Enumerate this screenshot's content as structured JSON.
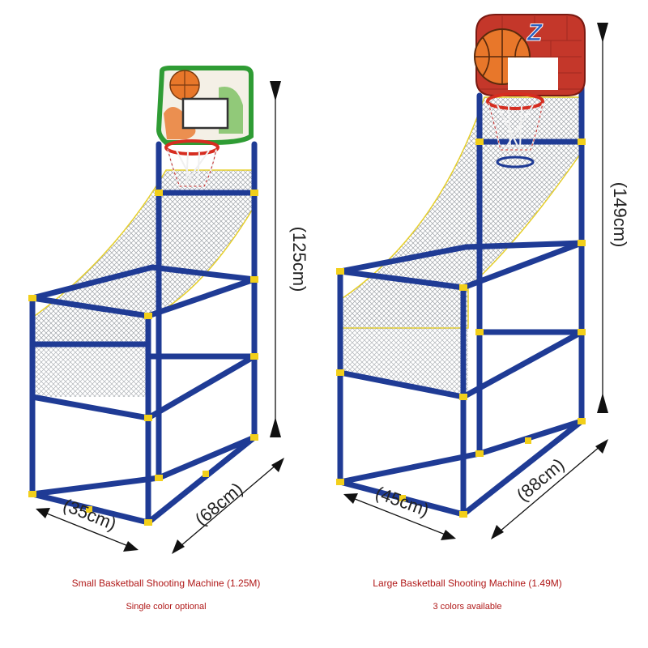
{
  "colors": {
    "frame_blue": "#1f3b95",
    "joint_yellow": "#f2cf1a",
    "net_gray": "#9ea3a8",
    "rim_red": "#d62d20",
    "backboard_small_border": "#2f9c34",
    "backboard_large": "#c4372a",
    "ball_orange": "#e8772a",
    "caption_red": "#b01818"
  },
  "small_machine": {
    "height_label": "(125cm)",
    "width_label": "(35cm)",
    "depth_label": "(68cm)",
    "caption_title": "Small Basketball Shooting Machine (1.25M)",
    "caption_subtitle": "Single color optional",
    "backboard_icon": "graffiti-backboard-icon"
  },
  "large_machine": {
    "height_label": "(149cm)",
    "width_label": "(45cm)",
    "depth_label": "(88cm)",
    "caption_title": "Large Basketball Shooting Machine (1.49M)",
    "caption_subtitle": "3 colors available",
    "backboard_icon": "brick-basketball-backboard-icon",
    "backboard_logo": "Z"
  }
}
